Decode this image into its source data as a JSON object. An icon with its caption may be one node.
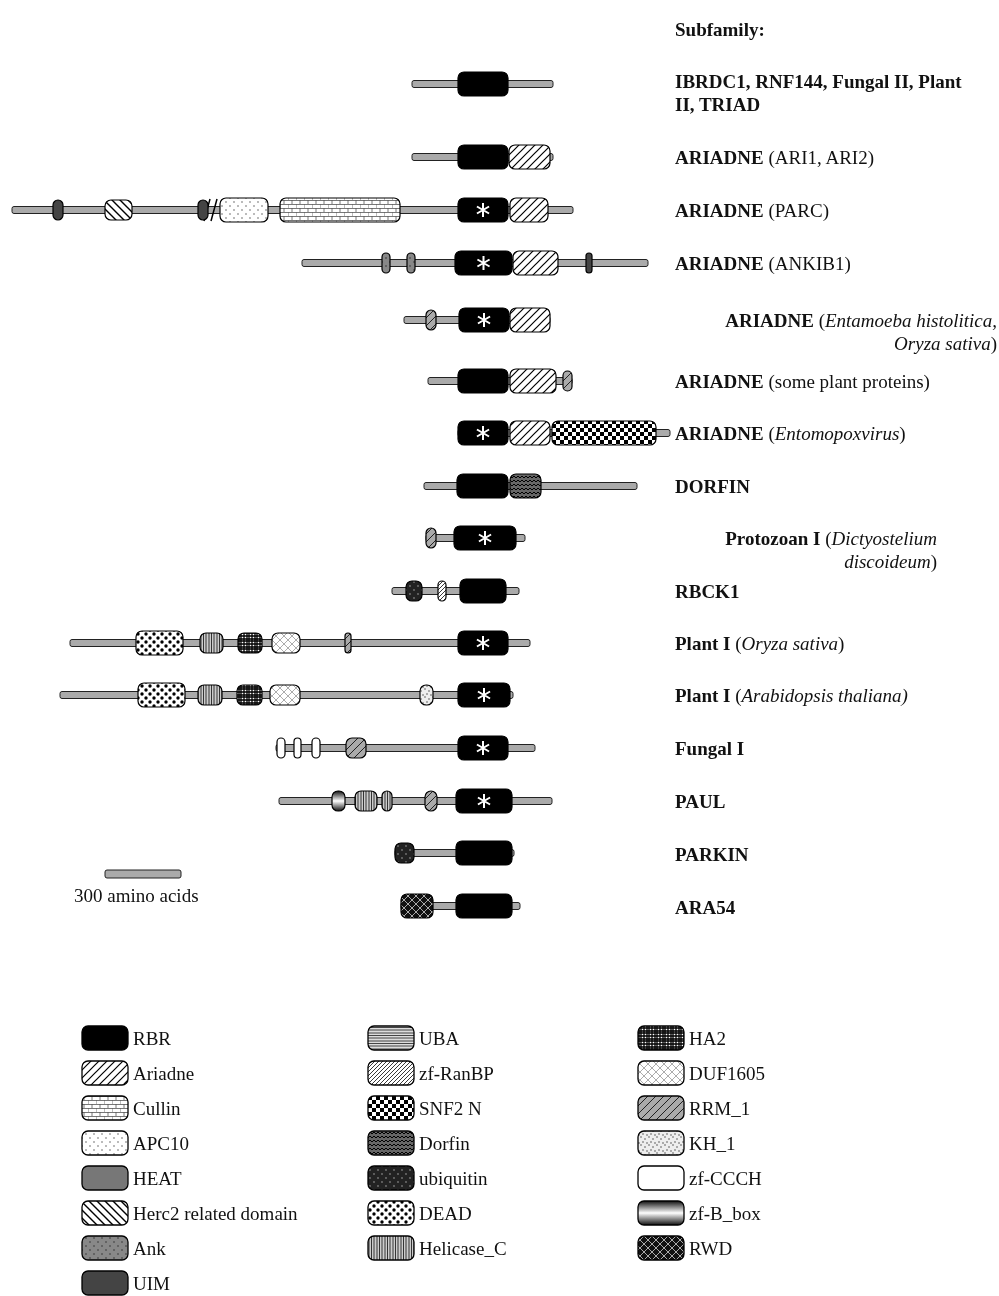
{
  "diagram": {
    "labels": [
      "Subfamily:",
      "IBRDC1, RNF144, Fungal II, Plant II, TRIAD",
      "**ARIADNE** (ARI1, ARI2)",
      "**ARIADNE** (PARC)",
      "**ARIADNE** (ANKIB1)",
      "**ARIADNE** (*Entamoeba histolitica, Oryza sativa*)",
      "**ARIADNE** (some plant proteins)",
      "**ARIADNE** (*Entomopoxvirus*)",
      "DORFIN",
      "**Protozoan I** (*Dictyostelium discoideum*)",
      "RBCK1",
      "**Plant I** (*Oryza sativa*)",
      "**Plant I** (*Arabidopsis thaliana)*",
      "Fungal I",
      "PAUL",
      "PARKIN",
      "ARA54",
      "300 amino acids"
    ],
    "legend": [
      {
        "text": "RBR"
      },
      {
        "text": "Ariadne"
      },
      {
        "text": "Cullin"
      },
      {
        "text": "APC10"
      },
      {
        "text": "HEAT"
      },
      {
        "text": "Herc2 related domain"
      },
      {
        "text": "Ank"
      },
      {
        "text": "UIM"
      },
      {
        "text": "UBA"
      },
      {
        "text": "zf-RanBP"
      },
      {
        "text": "SNF2 N"
      },
      {
        "text": "Dorfin"
      },
      {
        "text": "ubiquitin"
      },
      {
        "text": "DEAD"
      },
      {
        "text": "Helicase_C"
      },
      {
        "text": "HA2"
      },
      {
        "text": "DUF1605"
      },
      {
        "text": "RRM_1"
      },
      {
        "text": "KH_1"
      },
      {
        "text": "zf-CCCH"
      },
      {
        "text": "zf-B_box"
      },
      {
        "text": "RWD"
      }
    ]
  }
}
